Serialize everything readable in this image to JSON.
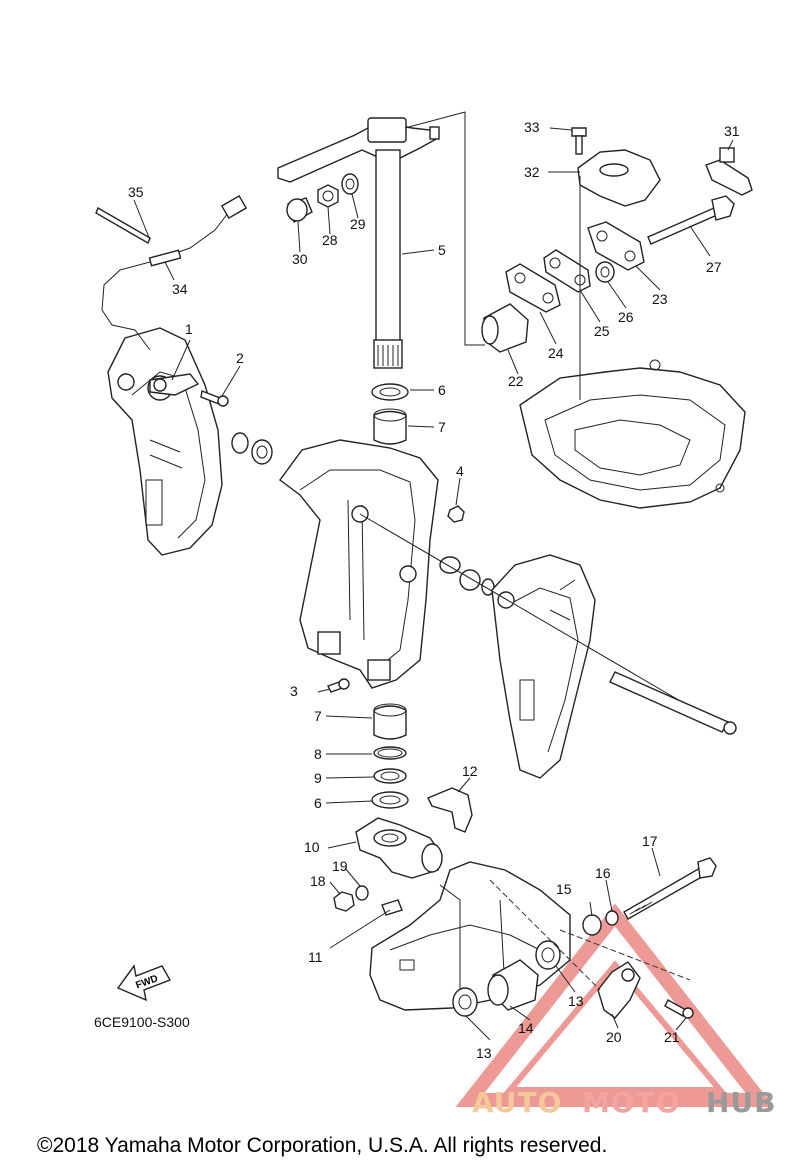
{
  "callouts": [
    {
      "n": "1"
    },
    {
      "n": "2"
    },
    {
      "n": "3"
    },
    {
      "n": "4"
    },
    {
      "n": "5"
    },
    {
      "n": "6"
    },
    {
      "n": "6"
    },
    {
      "n": "7"
    },
    {
      "n": "7"
    },
    {
      "n": "8"
    },
    {
      "n": "9"
    },
    {
      "n": "10"
    },
    {
      "n": "11"
    },
    {
      "n": "12"
    },
    {
      "n": "13"
    },
    {
      "n": "13"
    },
    {
      "n": "13"
    },
    {
      "n": "14"
    },
    {
      "n": "15"
    },
    {
      "n": "16"
    },
    {
      "n": "17"
    },
    {
      "n": "18"
    },
    {
      "n": "19"
    },
    {
      "n": "20"
    },
    {
      "n": "21"
    },
    {
      "n": "22"
    },
    {
      "n": "23"
    },
    {
      "n": "24"
    },
    {
      "n": "25"
    },
    {
      "n": "26"
    },
    {
      "n": "27"
    },
    {
      "n": "28"
    },
    {
      "n": "29"
    },
    {
      "n": "30"
    },
    {
      "n": "31"
    },
    {
      "n": "32"
    },
    {
      "n": "33"
    },
    {
      "n": "34"
    },
    {
      "n": "35"
    }
  ],
  "fwd_label": "FWD",
  "diagram_code": "6CE9100-S300",
  "copyright": "©2018 Yamaha Motor Corporation, U.S.A. All rights reserved.",
  "watermark": {
    "auto": "AUTO",
    "moto": "MOTO",
    "hub": "HUB",
    "colors": {
      "auto": "#f3c99a",
      "moto": "#f4a3a3",
      "hub": "#9a9a9a",
      "triangle": "#e0463f"
    }
  }
}
